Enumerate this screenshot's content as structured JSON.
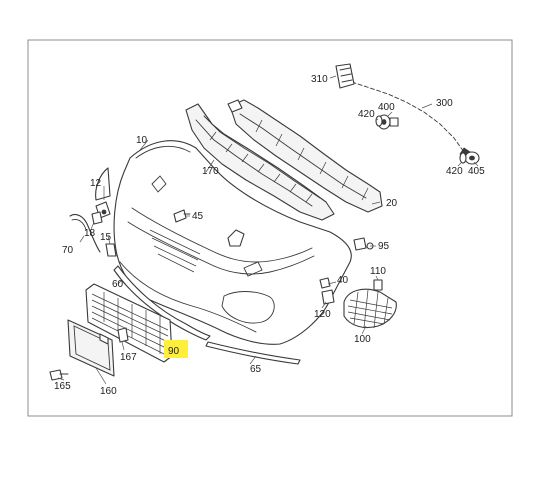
{
  "diagram": {
    "labels": {
      "p10": "10",
      "p12": "12",
      "p15": "15",
      "p18": "18",
      "p20": "20",
      "p40": "40",
      "p45": "45",
      "p60": "60",
      "p65": "65",
      "p70": "70",
      "p90": "90",
      "p95": "95",
      "p100": "100",
      "p110": "110",
      "p120": "120",
      "p160": "160",
      "p165": "165",
      "p167": "167",
      "p170": "170",
      "p300": "300",
      "p310": "310",
      "p400": "400",
      "p405": "405",
      "p420a": "420",
      "p420b": "420"
    },
    "highlighted_part": "90",
    "colors": {
      "highlight": "#ffef3a",
      "line": "#3a3a3a",
      "frame": "#8c8c8c"
    }
  }
}
